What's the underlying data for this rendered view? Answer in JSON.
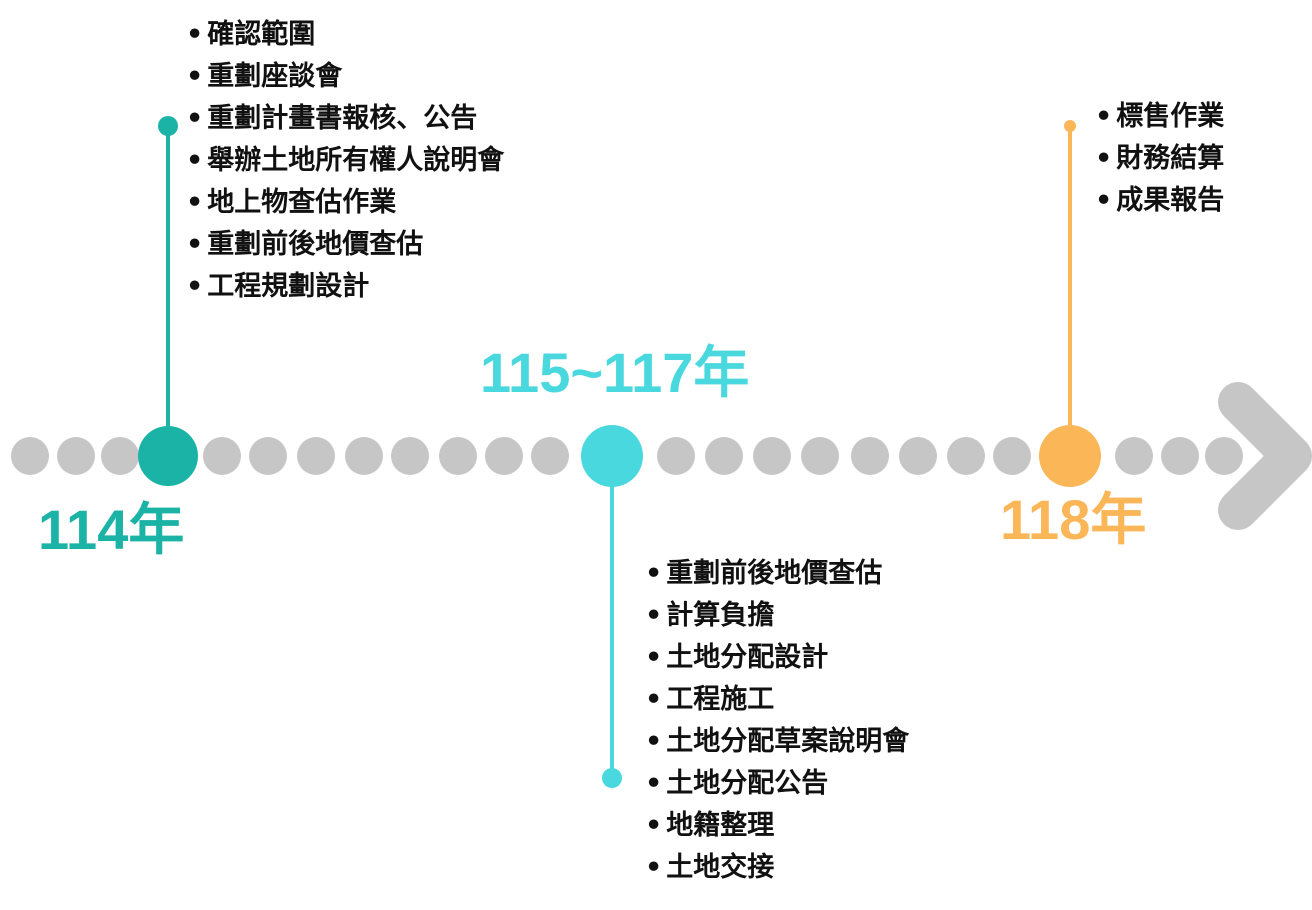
{
  "colors": {
    "dot": "#c6c6c6",
    "arrow": "#c6c6c6",
    "phase_114": "#1ab3a6",
    "phase_115": "#4ad8df",
    "phase_118": "#fbb658"
  },
  "phases": [
    {
      "id": "114",
      "label": "114年",
      "items": [
        "確認範圍",
        "重劃座談會",
        "重劃計畫書報核、公告",
        "舉辦土地所有權人說明會",
        "地上物查估作業",
        "重劃前後地價查估",
        "工程規劃設計"
      ]
    },
    {
      "id": "115",
      "label": "115~117年",
      "items": [
        "重劃前後地價查估",
        "計算負擔",
        "土地分配設計",
        "工程施工",
        "土地分配草案說明會",
        "土地分配公告",
        "地籍整理",
        "土地交接"
      ]
    },
    {
      "id": "118",
      "label": "118年",
      "items": [
        "標售作業",
        "財務結算",
        "成果報告"
      ]
    }
  ]
}
